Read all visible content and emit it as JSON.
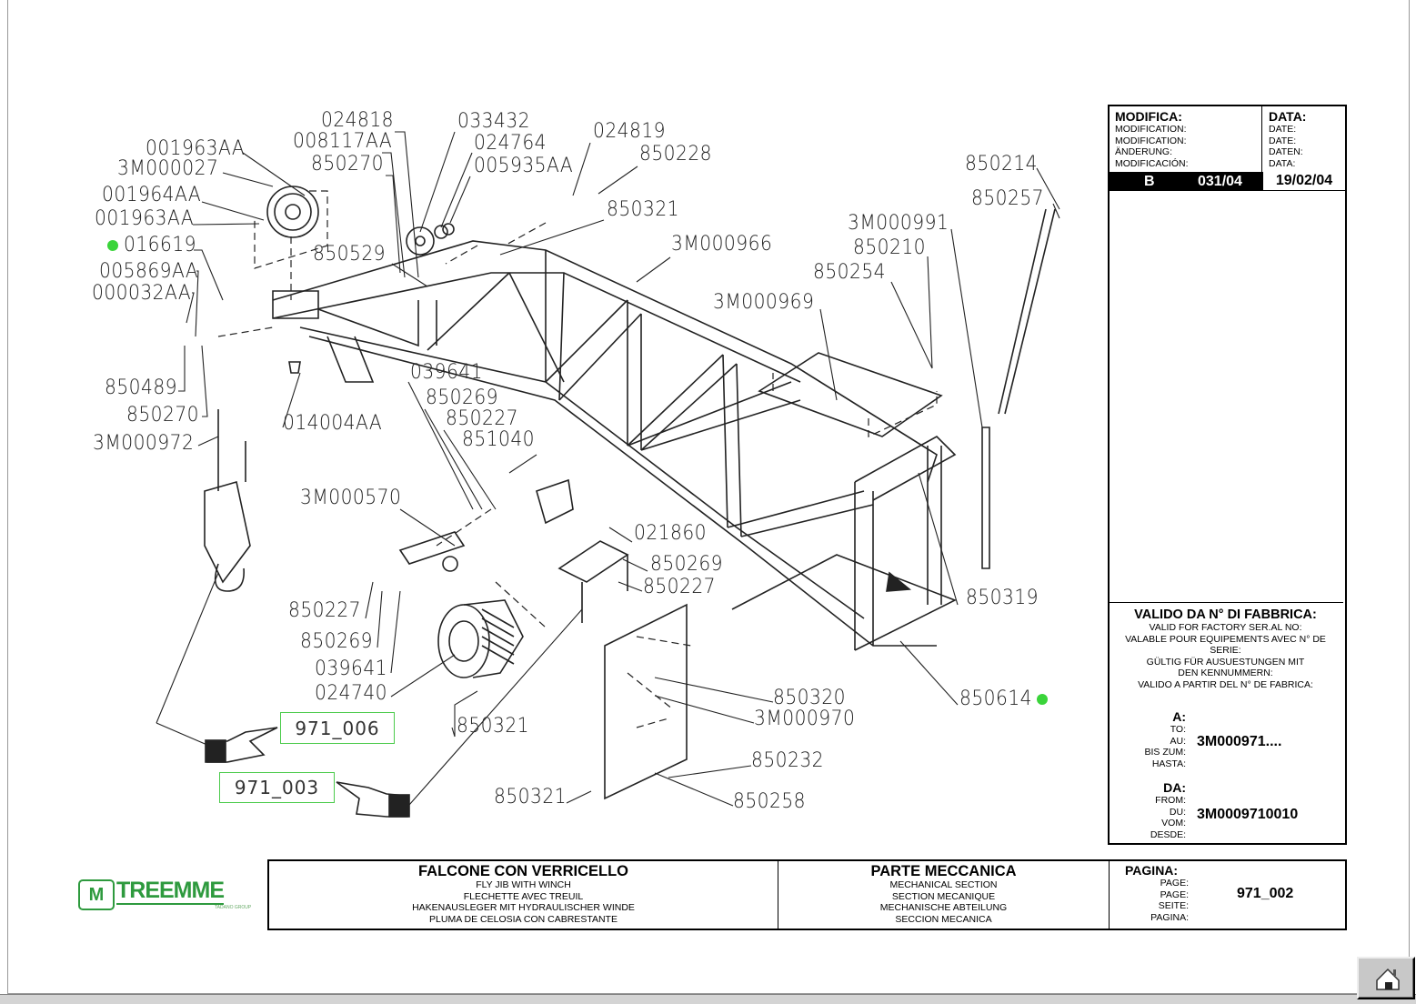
{
  "revision_block": {
    "modifica_title": "MODIFICA:",
    "modifica_translations": [
      "MODIFICATION:",
      "MODIFICATION:",
      "ÄNDERUNG:",
      "MODIFICACIÓN:"
    ],
    "data_title": "DATA:",
    "data_translations": [
      "DATE:",
      "DATE:",
      "DATEN:",
      "DATA:"
    ],
    "revision_letter": "B",
    "revision_number": "031/04",
    "revision_date": "19/02/04"
  },
  "validity_block": {
    "title": "VALIDO DA N° DI FABBRICA:",
    "translations": [
      "VALID FOR FACTORY SER.AL NO:",
      "VALABLE POUR EQUIPEMENTS AVEC N° DE SERIE:",
      "GÜLTIG FÜR AUSUESTUNGEN MIT DEN KENNUMMERN:",
      "VALIDO A PARTIR DEL N° DE FABRICA:"
    ],
    "to_title": "A:",
    "to_translations": [
      "TO:",
      "AU:",
      "BIS ZUM:",
      "HASTA:"
    ],
    "to_value": "3M000971....",
    "from_title": "DA:",
    "from_translations": [
      "FROM:",
      "DU:",
      "VOM:",
      "DESDE:"
    ],
    "from_value": "3M0009710010"
  },
  "title_block": {
    "logo_text": "TREEMME",
    "logo_subtext": "TADANO GROUP",
    "product_title": "FALCONE CON VERRICELLO",
    "product_translations": [
      "FLY JIB WITH WINCH",
      "FLECHETTE AVEC TREUIL",
      "HAKENAUSLEGER MIT HYDRAULISCHER WINDE",
      "PLUMA DE CELOSIA CON CABRESTANTE"
    ],
    "section_title": "PARTE MECCANICA",
    "section_translations": [
      "MECHANICAL SECTION",
      "SECTION MECANIQUE",
      "MECHANISCHE ABTEILUNG",
      "SECCION MECANICA"
    ],
    "page_title": "PAGINA:",
    "page_translations": [
      "PAGE:",
      "PAGE:",
      "SEITE:",
      "PAGINA:"
    ],
    "page_value": "971_002"
  },
  "page_links": [
    "971_006",
    "971_003"
  ],
  "part_labels": [
    "024818",
    "008117AA",
    "850270",
    "033432",
    "024764",
    "005935AA",
    "024819",
    "850228",
    "850321",
    "001963AA",
    "3M000027",
    "001964AA",
    "001963AA",
    "016619",
    "005869AA",
    "000032AA",
    "850529",
    "3M000966",
    "850489",
    "850270",
    "3M000972",
    "014004AA",
    "039641",
    "850269",
    "850227",
    "851040",
    "3M000570",
    "021860",
    "850269",
    "850227",
    "850227",
    "850269",
    "039641",
    "024740",
    "850321",
    "850320",
    "3M000970",
    "850232",
    "850258",
    "850321",
    "850214",
    "850257",
    "3M000991",
    "850210",
    "850254",
    "3M000969",
    "850319",
    "850614"
  ],
  "colors": {
    "link_box": "#4ccb4c",
    "marker_dot": "#3ad43a",
    "logo_green": "#2e9a3e"
  },
  "icons": {
    "home_button": "home-icon"
  }
}
